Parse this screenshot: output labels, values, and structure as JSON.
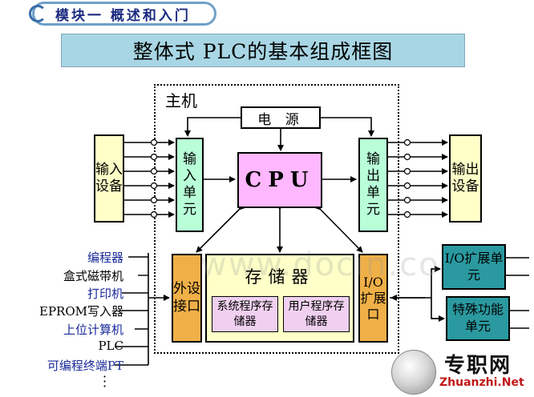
{
  "badge": {
    "text": "模块一 概述和入门"
  },
  "title": "整体式 PLC的基本组成框图",
  "host_label": "主机",
  "power": "电 源",
  "cpu": "CPU",
  "input_device": "输入设备",
  "input_unit": "输入单元",
  "output_unit": "输出单元",
  "output_device": "输出设备",
  "ext_interface": "外设接口",
  "io_expansion": "I/O扩展口",
  "memory": {
    "label": "存储器",
    "system": "系统程序存储器",
    "user": "用户程序存储器"
  },
  "io_ext_unit": "I/O扩展单元",
  "special_unit": "特殊功能单元",
  "peripherals": [
    {
      "text": "编程器",
      "color": "#1a2a9a"
    },
    {
      "text": "盒式磁带机",
      "color": "#000000"
    },
    {
      "text": "打印机",
      "color": "#1a2a9a"
    },
    {
      "text": "EPROM写入器",
      "color": "#000000"
    },
    {
      "text": "上位计算机",
      "color": "#1a2a9a"
    },
    {
      "text": "PLC",
      "color": "#000000"
    },
    {
      "text": "可编程终端PT",
      "color": "#1a2a9a"
    }
  ],
  "watermark": "www.docin.com",
  "logo": {
    "cn": "专职网",
    "url": "Zhuanzhi.Net"
  },
  "colors": {
    "cpu": "#ffb8ff",
    "io_units": "#b8ffd8",
    "devices": "#ffffc8",
    "interfaces": "#f0b048",
    "ext_units": "#2a9aa0",
    "title_banner": "#a8d6e4"
  }
}
